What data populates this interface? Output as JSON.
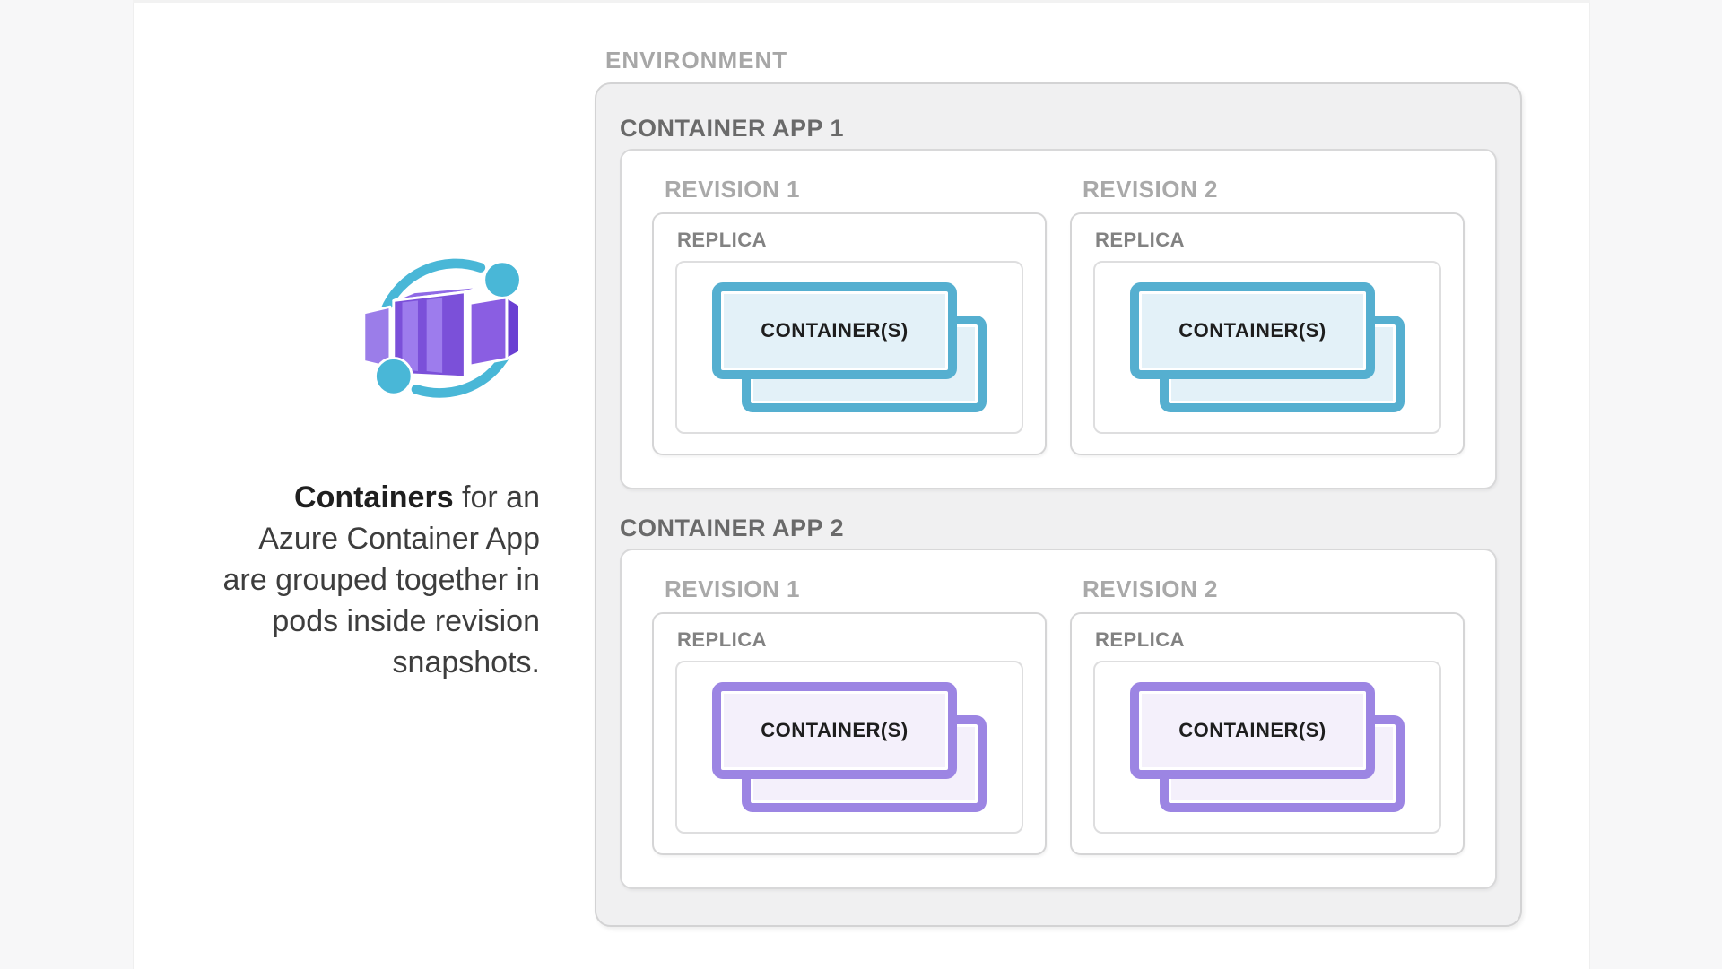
{
  "colors": {
    "teal_border": "#55afd0",
    "teal_fill": "#e3f1f8",
    "purple_border": "#9c85e3",
    "purple_fill": "#f4f0fb",
    "icon_teal": "#49b7d7",
    "icon_purple_light": "#9d7ced",
    "icon_purple_main": "#7b50d9",
    "icon_purple_mid": "#8a5ee2",
    "icon_purple_dark": "#6a3fd2",
    "icon_purple_top": "#8f69e6",
    "icon_purple_slab": "#9b7de9"
  },
  "caption": {
    "bold_lead": "Containers",
    "after_bold": " for an\nAzure Container App\nare grouped together in\npods inside revision\nsnapshots."
  },
  "diagram": {
    "environment_label": "ENVIRONMENT",
    "apps": [
      {
        "label": "CONTAINER APP 1",
        "accent": "teal",
        "revisions": [
          {
            "label": "REVISION 1",
            "replica_label": "REPLICA",
            "container_label": "CONTAINER(S)"
          },
          {
            "label": "REVISION 2",
            "replica_label": "REPLICA",
            "container_label": "CONTAINER(S)"
          }
        ]
      },
      {
        "label": "CONTAINER APP 2",
        "accent": "purple",
        "revisions": [
          {
            "label": "REVISION 1",
            "replica_label": "REPLICA",
            "container_label": "CONTAINER(S)"
          },
          {
            "label": "REVISION 2",
            "replica_label": "REPLICA",
            "container_label": "CONTAINER(S)"
          }
        ]
      }
    ]
  }
}
